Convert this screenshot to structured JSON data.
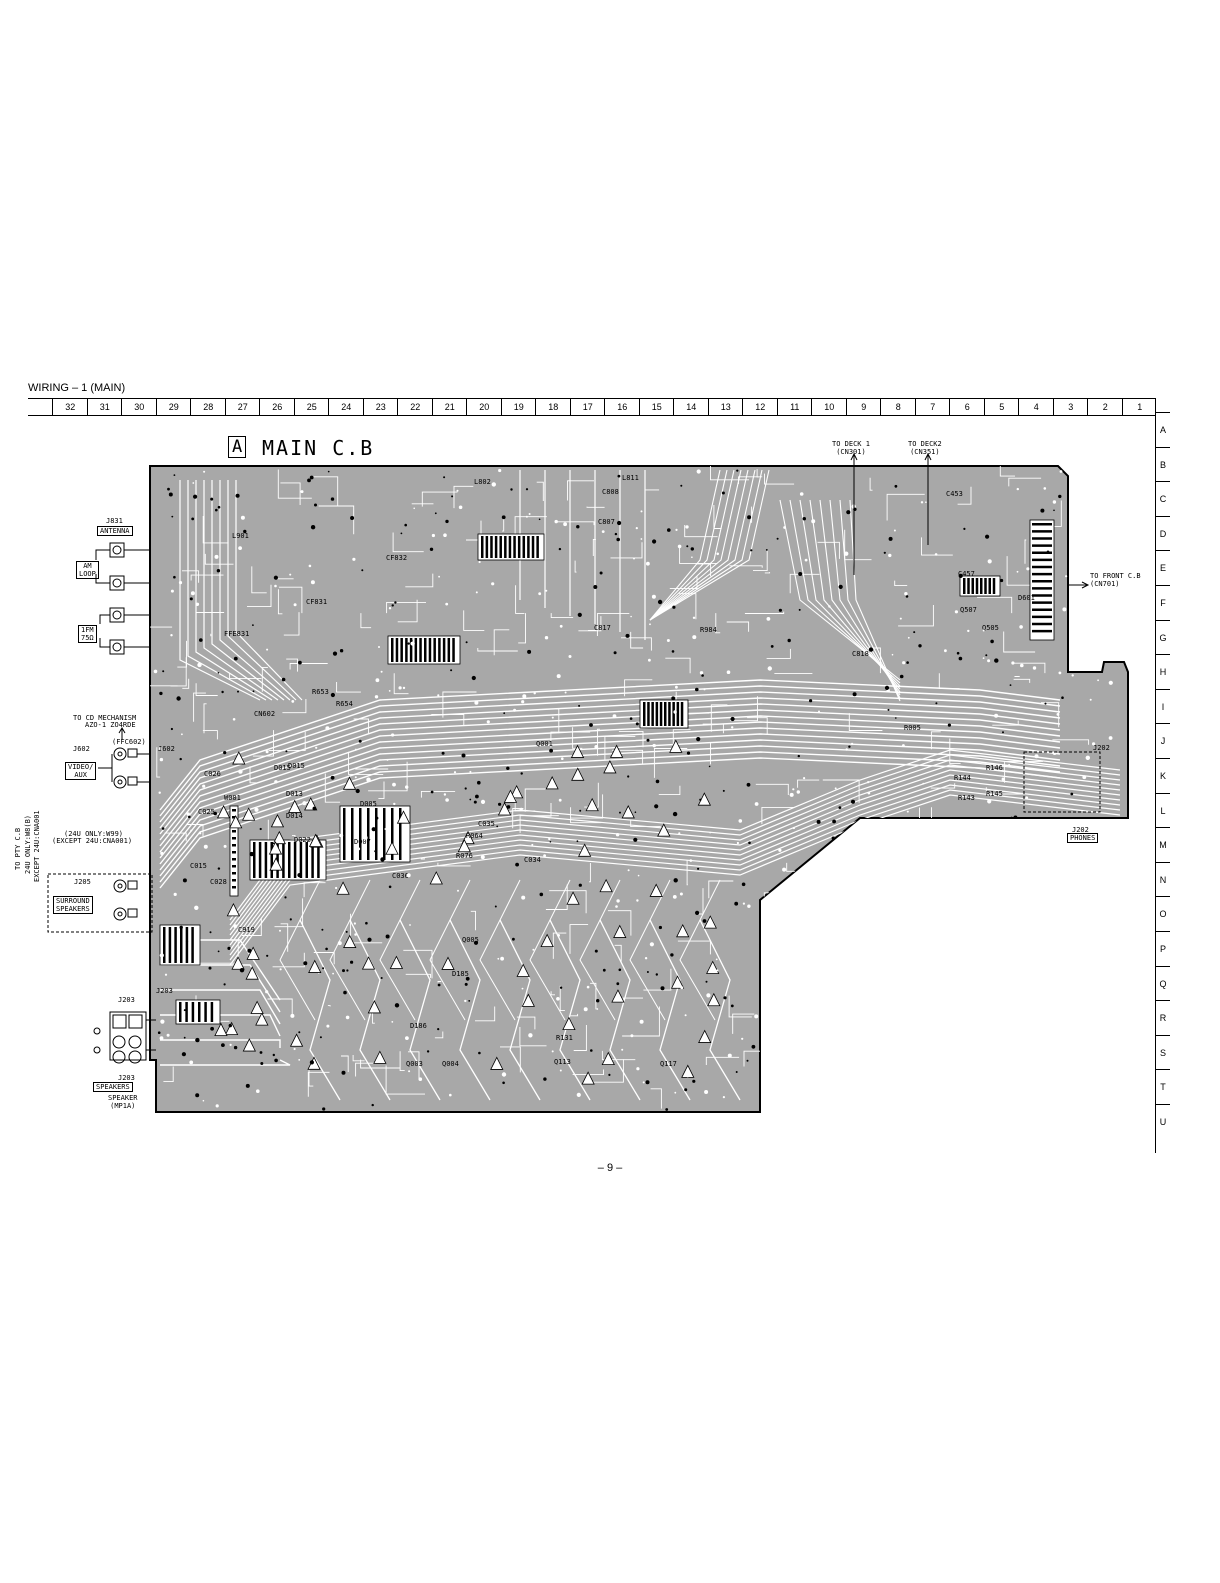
{
  "heading": "WIRING – 1  (MAIN)",
  "column_numbers": [
    "32",
    "31",
    "30",
    "29",
    "28",
    "27",
    "26",
    "25",
    "24",
    "23",
    "22",
    "21",
    "20",
    "19",
    "18",
    "17",
    "16",
    "15",
    "14",
    "13",
    "12",
    "11",
    "10",
    "9",
    "8",
    "7",
    "6",
    "5",
    "4",
    "3",
    "2",
    "1"
  ],
  "row_letters": [
    "A",
    "B",
    "C",
    "D",
    "E",
    "F",
    "G",
    "H",
    "I",
    "J",
    "K",
    "L",
    "M",
    "N",
    "O",
    "P",
    "Q",
    "R",
    "S",
    "T",
    "U"
  ],
  "board": {
    "badge": "A",
    "title": "MAIN C.B",
    "pcb_color": "#a8a8a8",
    "trace_color": "#ffffff"
  },
  "connectors": {
    "j831": "J831",
    "antenna": "ANTENNA",
    "am_loop_1": "AM",
    "am_loop_2": "LOOP",
    "fm_1": "1FM",
    "fm_2": "75Ω",
    "to_cd_1": "TO CD MECHANISM",
    "to_cd_2": "AZO-1 ZO4RDE",
    "ffc602": "(FFC602)",
    "j602": "J602",
    "j602b": "J602",
    "video_1": "VIDEO/",
    "video_2": "AUX",
    "to_ptv_1": "TO PTY C.B",
    "to_ptv_2": "24U ONLY:W8(B)",
    "to_ptv_3": "EXCEPT 24U:CNA001",
    "j24u_1": "(24U ONLY:W99)",
    "j24u_2": "(EXCEPT 24U:CNA001)",
    "j205": "J205",
    "surround_1": "SURROUND",
    "surround_2": "SPEAKERS",
    "j203": "J203",
    "j203b": "J203",
    "j203c": "J203",
    "speakers": "SPEAKERS",
    "speaker_1": "SPEAKER",
    "speaker_2": "(MP1A)",
    "to_deck1_1": "TO DECK 1",
    "to_deck1_2": "(CN301)",
    "to_deck2_1": "TO DECK2",
    "to_deck2_2": "(CN351)",
    "to_front_1": "TO FRONT C.B",
    "to_front_2": "(CN701)",
    "j202": "J202",
    "j202b": "J202",
    "phones": "PHONES"
  },
  "components": [
    "L901",
    "L802",
    "L811",
    "C808",
    "C807",
    "R653",
    "R654",
    "CN602",
    "D015",
    "D013",
    "D014",
    "C025",
    "W001",
    "D022",
    "D005",
    "D007",
    "C036",
    "R064",
    "R076",
    "D185",
    "D186",
    "Q003",
    "Q004",
    "Q005",
    "Q001",
    "R984",
    "C818",
    "Q505",
    "Q507",
    "R005",
    "R146",
    "R145",
    "R144",
    "R143",
    "D601",
    "C453",
    "C457",
    "CF832",
    "CF831",
    "FFE831",
    "C919",
    "C028",
    "C015",
    "C026",
    "Q113",
    "Q117",
    "R131",
    "D015",
    "C035",
    "C034",
    "C817"
  ],
  "page_number": "– 9 –"
}
